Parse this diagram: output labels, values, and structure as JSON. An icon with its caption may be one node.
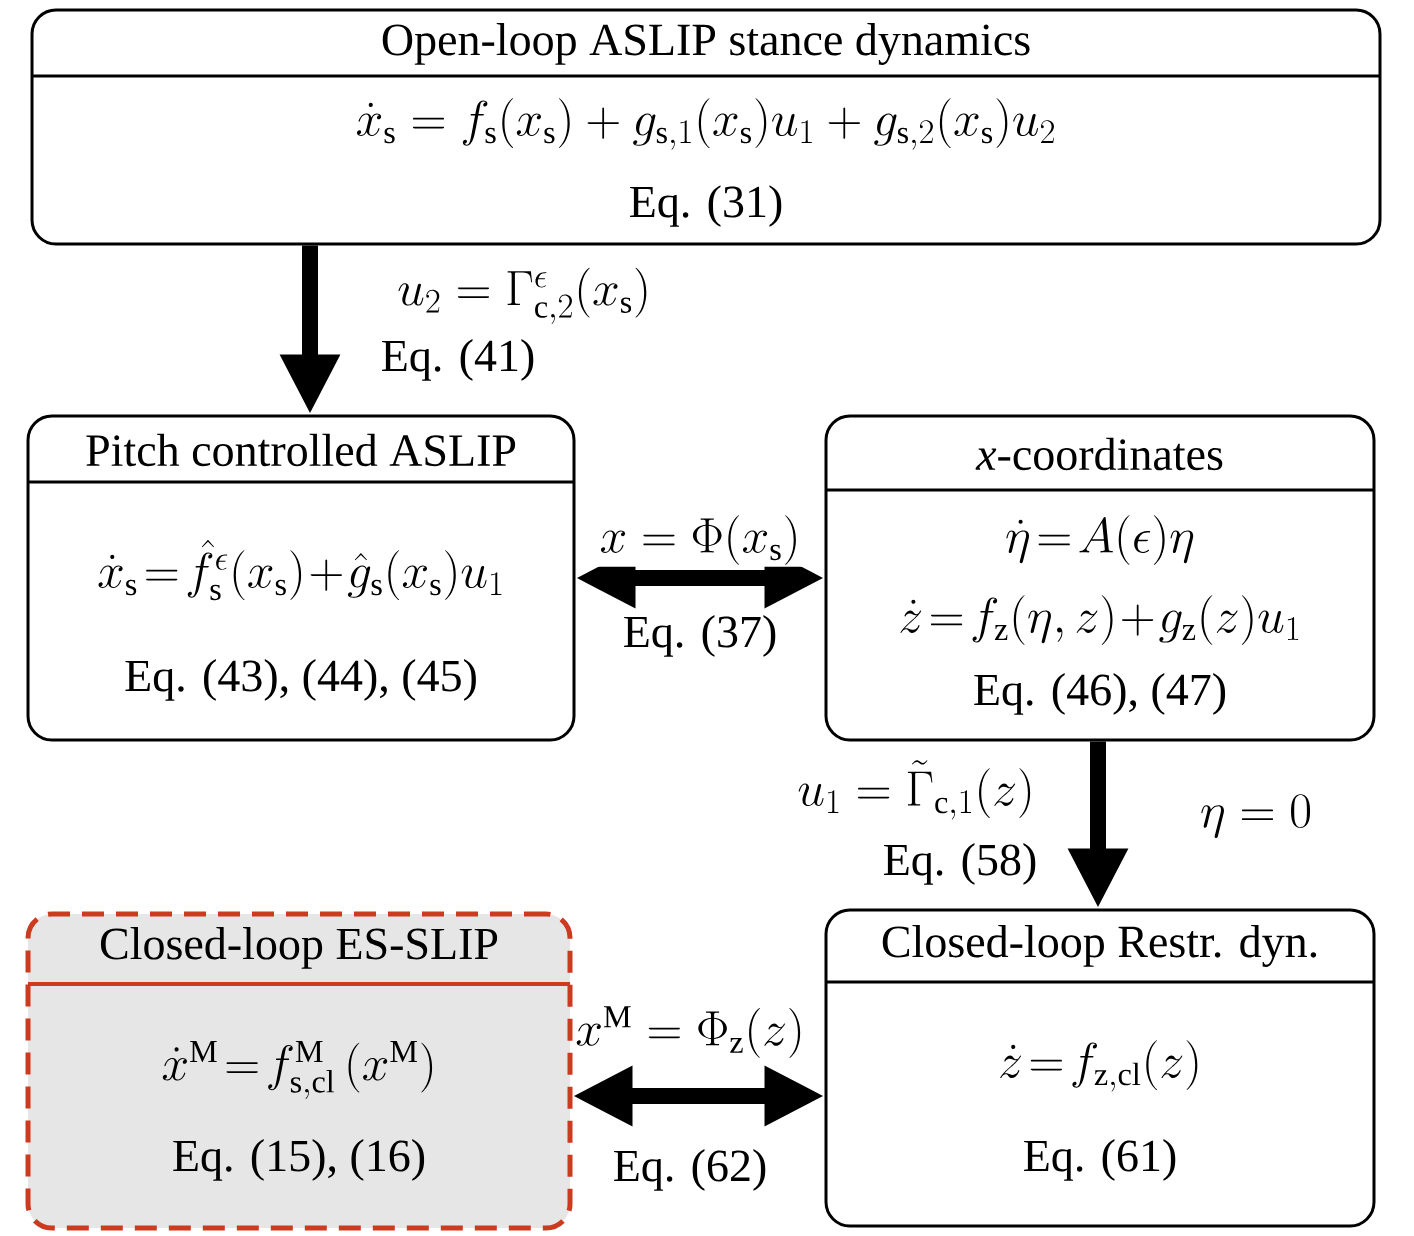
{
  "diagram": {
    "nodes": [
      {
        "text": [
          "Open-loop ASLIP stance dynamics",
          "\\dot{x}_\\mathrm{s} = f_\\mathrm{s}(x_\\mathrm{s}) + g_{\\mathrm{s},1}(x_\\mathrm{s})u_1 + g_{\\mathrm{s},2}(x_\\mathrm{s})u_2",
          "Eq. (31)"
        ]
      },
      {
        "text": [
          "Pitch controlled ASLIP",
          "\\dot{x}_\\mathrm{s}=\\hat{f}^{\\epsilon}_\\mathrm{s}(x_\\mathrm{s})+\\hat{g}_\\mathrm{s}(x_\\mathrm{s})u_1",
          "Eq. (43), (44), (45)"
        ]
      },
      {
        "text": [
          "*x*-coordinates",
          "\\dot{\\eta}=A(\\epsilon)\\eta",
          "\\dot{z}=f_\\mathrm{z}(\\eta,z)+g_\\mathrm{z}(z)u_1",
          "Eq. (46), (47)"
        ]
      },
      {
        "text": [
          "Closed-loop ES-SLIP",
          "\\dot{x}^\\mathrm{M}=f^\\mathrm{M}_{\\mathrm{s,cl}}\\left(x^\\mathrm{M}\\right)",
          "Eq. (15), (16)"
        ]
      },
      {
        "text": [
          "Closed-loop Restr. dyn.",
          "\\dot{z}=f_{\\mathrm{z,cl}}(z)",
          "Eq. (61)"
        ]
      }
    ],
    "edges": [
      {
        "from": 0,
        "to": 1,
        "arrow": "to",
        "label": "u_2=\\Gamma^{\\epsilon}_{\\mathrm{c},2}(x_\\mathrm{s})"
      },
      {
        "from": 1,
        "to": 2,
        "arrow": "both",
        "label": "x=\\Phi(x_\\mathrm{s})"
      },
      {
        "from": 2,
        "to": 4,
        "arrow": "to",
        "label": "u_1=\\tilde{\\Gamma}_{\\mathrm{c},1}(z)"
      },
      {
        "from": 3,
        "to": 4,
        "arrow": "both",
        "label": "x^\\mathrm{M}=\\Phi_\\mathrm{z}(z)"
      }
    ],
    "labels": [
      "Eq. (41)",
      "Eq. (37)",
      "\\eta = 0",
      "Eq. (58)",
      "Eq. (62)"
    ]
  }
}
